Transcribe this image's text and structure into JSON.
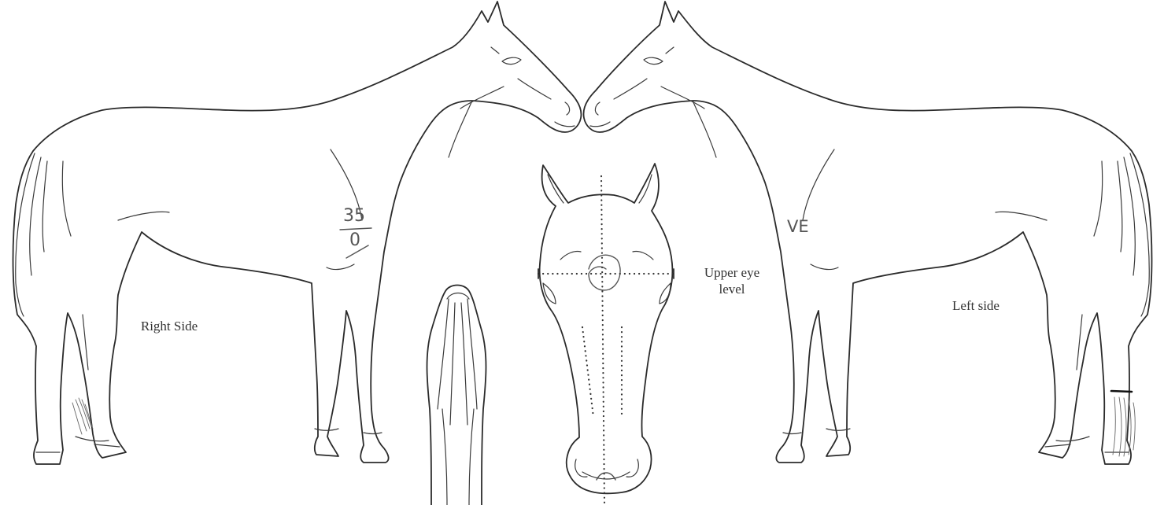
{
  "labels": {
    "right_side": "Right Side",
    "left_side": "Left side",
    "eye_level_line1": "Upper eye",
    "eye_level_line2": "level"
  },
  "annotations": {
    "right_neck_top": "35",
    "right_neck_bottom": "0",
    "left_neck": "VE"
  }
}
